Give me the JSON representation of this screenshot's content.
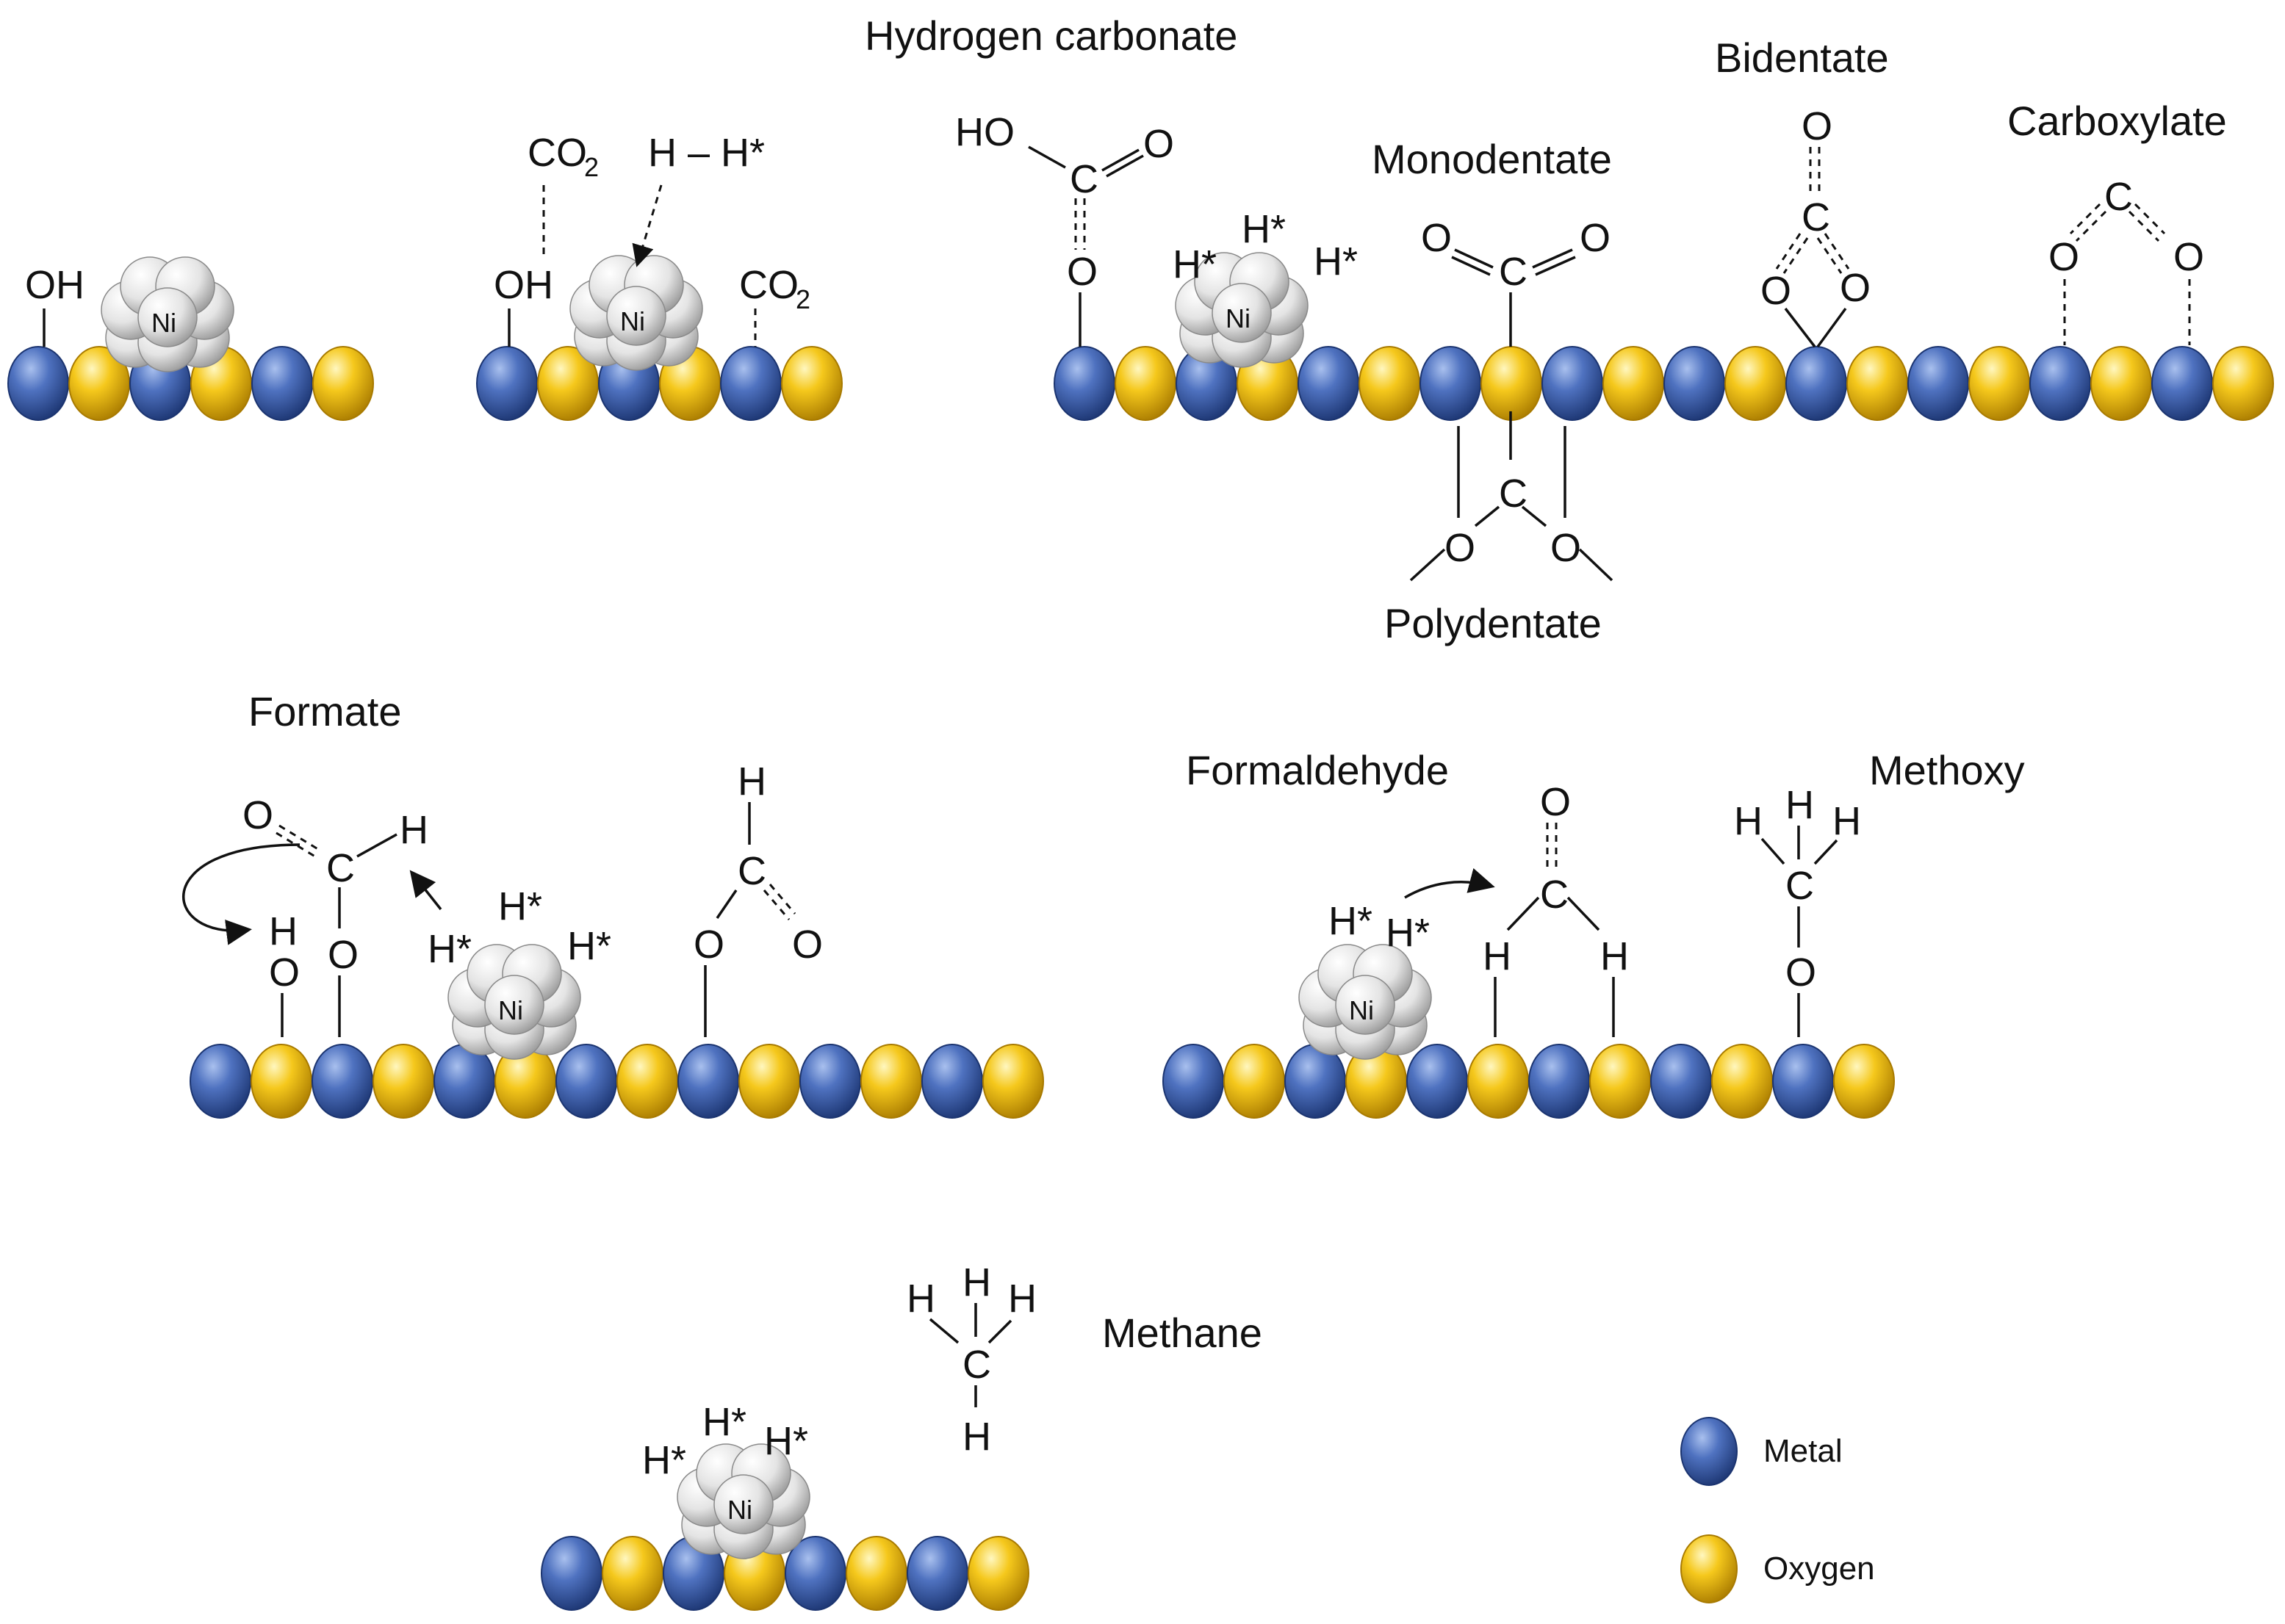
{
  "labels": {
    "hydrogen_carbonate": "Hydrogen carbonate",
    "bidentate": "Bidentate",
    "monodentate": "Monodentate",
    "carboxylate": "Carboxylate",
    "polydentate": "Polydentate",
    "formate": "Formate",
    "formaldehyde": "Formaldehyde",
    "methoxy": "Methoxy",
    "methane": "Methane"
  },
  "atoms": {
    "oh": "OH",
    "o": "O",
    "c": "C",
    "h": "H",
    "ho": "HO",
    "h_star": "H*",
    "co": "CO",
    "two": "2",
    "h_h_star": "H – H*",
    "ni": "Ni"
  },
  "legend": {
    "metal": "Metal",
    "oxygen": "Oxygen"
  },
  "colors": {
    "metal": "#3f62ad",
    "oxygen": "#f2c518",
    "nickel": "#e6e6e6"
  }
}
